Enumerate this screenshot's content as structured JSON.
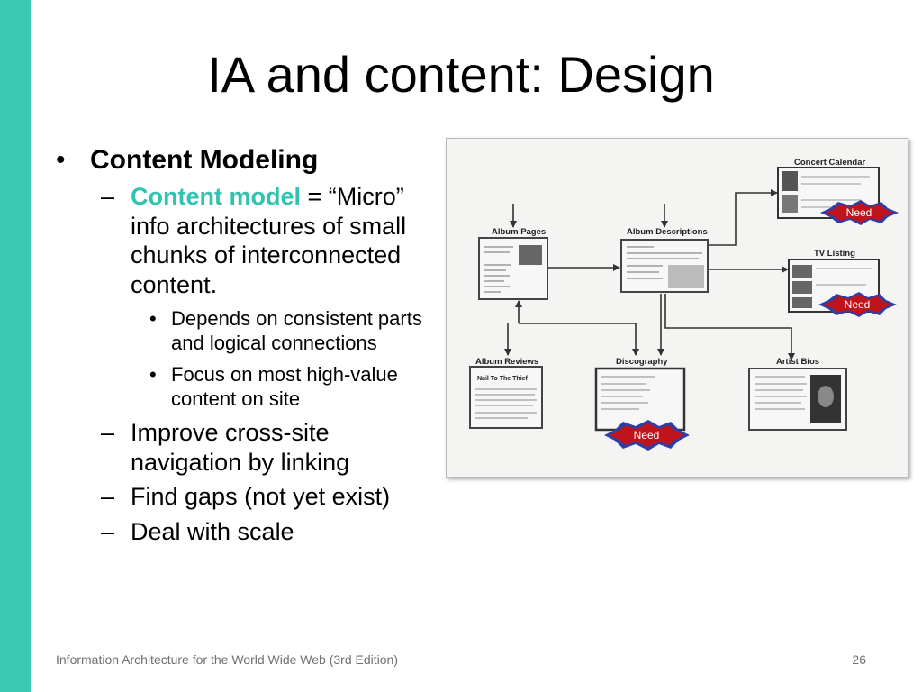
{
  "slide": {
    "title": "IA and content: Design",
    "footer": "Information Architecture for the World Wide Web (3rd Edition)",
    "page_number": "26",
    "accent_color": "#3cc9b4"
  },
  "bullets": {
    "level1": {
      "bullet": "•",
      "text": "Content Modeling"
    },
    "model": {
      "dash": "–",
      "highlight": "Content model",
      "rest": " = “Micro” info architectures of small chunks of interconnected content."
    },
    "sub": [
      {
        "bullet": "•",
        "text": "Depends on consistent parts and logical connections"
      },
      {
        "bullet": "•",
        "text": "Focus on most high-value content on site"
      }
    ],
    "more": [
      {
        "dash": "–",
        "text": "Improve cross-site navigation by linking"
      },
      {
        "dash": "–",
        "text": "Find gaps (not yet exist)"
      },
      {
        "dash": "–",
        "text": "Deal with scale"
      }
    ]
  },
  "diagram": {
    "nodes": {
      "concert_calendar": "Concert Calendar",
      "album_pages": "Album Pages",
      "album_descriptions": "Album Descriptions",
      "tv_listing": "TV Listing",
      "album_reviews": "Album Reviews",
      "discography": "Discography",
      "artist_bios": "Artist Bios"
    },
    "review_headline": "Nail To The Thief",
    "badge_label": "Need",
    "badge_color": "#c0141c"
  }
}
